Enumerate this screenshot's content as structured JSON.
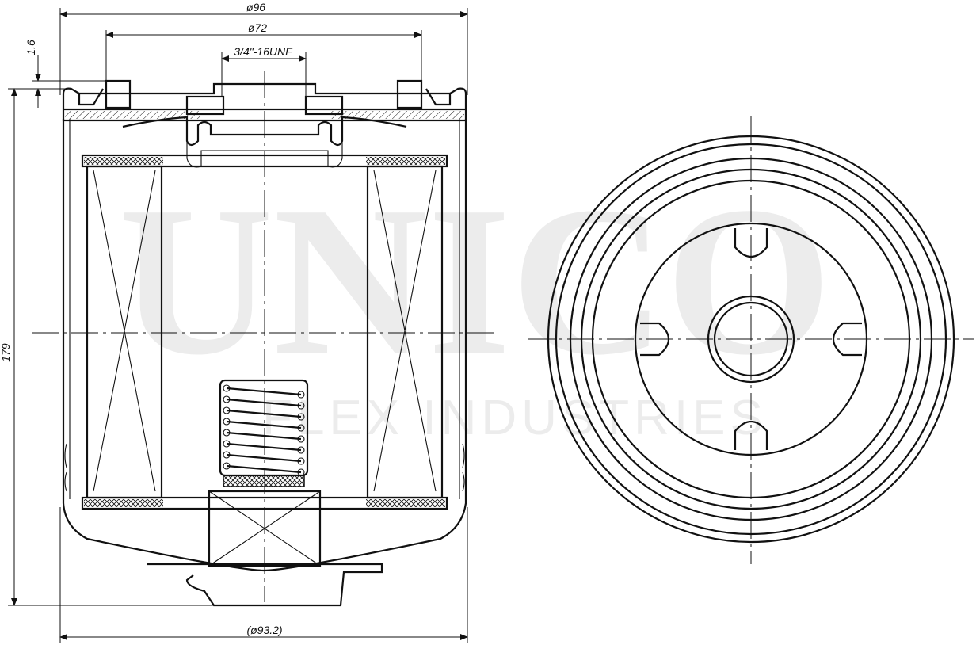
{
  "dimensions": {
    "outer_diameter": "ø96",
    "gasket_diameter": "ø72",
    "thread": "3/4\"-16UNF",
    "gasket_height": "1.6",
    "total_height": "179",
    "body_diameter": "(ø93.2)"
  },
  "watermark": {
    "brand": "UNICO",
    "subtitle": "FLEX INDUSTRIES"
  },
  "colors": {
    "line": "#111111",
    "hatch": "#111111",
    "watermark": "#ececec"
  }
}
